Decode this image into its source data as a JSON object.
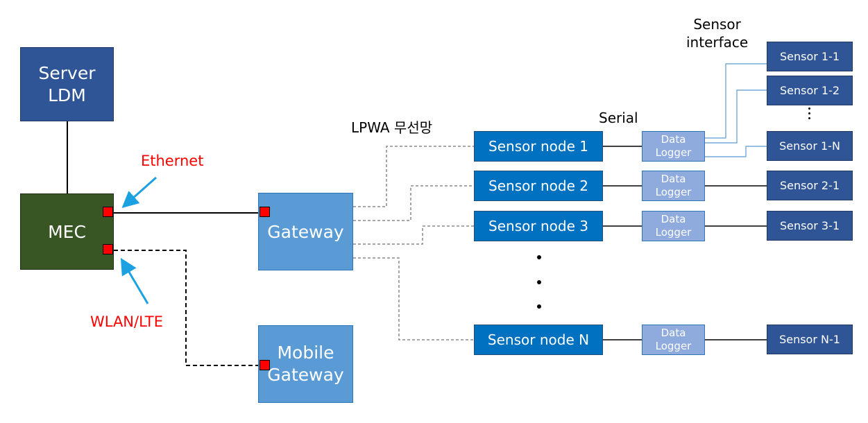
{
  "server": {
    "label": "Server\nLDM"
  },
  "mec": {
    "label": "MEC"
  },
  "gateway": {
    "label": "Gateway"
  },
  "mobile_gateway": {
    "label": "Mobile\nGateway"
  },
  "labels": {
    "ethernet": "Ethernet",
    "wlan_lte": "WLAN/LTE",
    "lpwa": "LPWA 무선망",
    "serial": "Serial",
    "sensor_interface": "Sensor\ninterface"
  },
  "sensor_nodes": [
    "Sensor node 1",
    "Sensor node 2",
    "Sensor node 3",
    "Sensor node N"
  ],
  "data_logger": "Data\nLogger",
  "sensors": [
    "Sensor 1-1",
    "Sensor 1-2",
    "Sensor 1-N",
    "Sensor 2-1",
    "Sensor 3-1",
    "Sensor N-1"
  ],
  "colors": {
    "server": "#2f5597",
    "mec": "#375623",
    "gateway": "#5b9bd5",
    "sensor_node": "#0070c0",
    "data_logger": "#8faadc",
    "sensor": "#2f5597",
    "port": "#ff0000",
    "annotation": "#ff0000",
    "arrow": "#1ba1e2"
  }
}
